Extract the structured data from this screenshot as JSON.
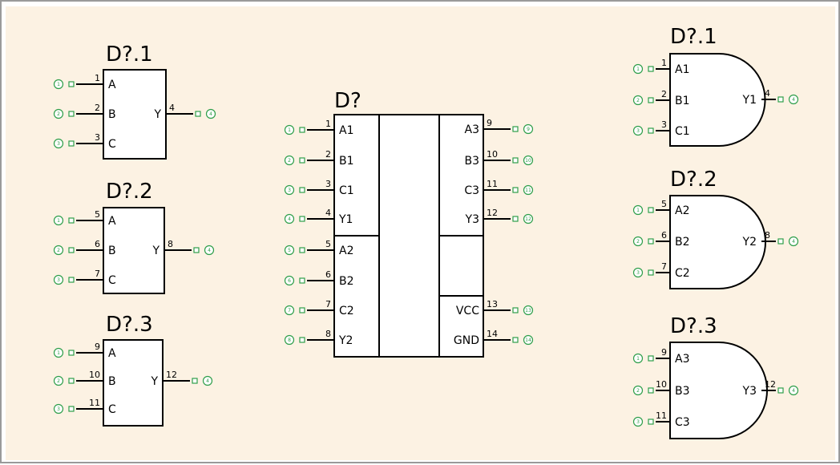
{
  "diagram": {
    "background": "#fcf2e3",
    "border_color": "#9a9a9a",
    "connector_color": "#2e9e4a",
    "left_blocks": [
      {
        "ref": "D?.1",
        "pins": [
          {
            "num": "1",
            "name": "A",
            "conn": "1"
          },
          {
            "num": "2",
            "name": "B",
            "conn": "2"
          },
          {
            "num": "3",
            "name": "C",
            "conn": "3"
          }
        ],
        "out": {
          "num": "4",
          "name": "Y",
          "conn": "4"
        }
      },
      {
        "ref": "D?.2",
        "pins": [
          {
            "num": "5",
            "name": "A",
            "conn": "1"
          },
          {
            "num": "6",
            "name": "B",
            "conn": "2"
          },
          {
            "num": "7",
            "name": "C",
            "conn": "3"
          }
        ],
        "out": {
          "num": "8",
          "name": "Y",
          "conn": "4"
        }
      },
      {
        "ref": "D?.3",
        "pins": [
          {
            "num": "9",
            "name": "A",
            "conn": "1"
          },
          {
            "num": "10",
            "name": "B",
            "conn": "2"
          },
          {
            "num": "11",
            "name": "C",
            "conn": "3"
          }
        ],
        "out": {
          "num": "12",
          "name": "Y",
          "conn": "4"
        }
      }
    ],
    "ic": {
      "ref": "D?",
      "left_pins": [
        {
          "num": "1",
          "name": "A1",
          "conn": "1"
        },
        {
          "num": "2",
          "name": "B1",
          "conn": "2"
        },
        {
          "num": "3",
          "name": "C1",
          "conn": "3"
        },
        {
          "num": "4",
          "name": "Y1",
          "conn": "4"
        },
        {
          "num": "5",
          "name": "A2",
          "conn": "5"
        },
        {
          "num": "6",
          "name": "B2",
          "conn": "6"
        },
        {
          "num": "7",
          "name": "C2",
          "conn": "7"
        },
        {
          "num": "8",
          "name": "Y2",
          "conn": "8"
        }
      ],
      "right_pins_top": [
        {
          "num": "9",
          "name": "A3",
          "conn": "9"
        },
        {
          "num": "10",
          "name": "B3",
          "conn": "10"
        },
        {
          "num": "11",
          "name": "C3",
          "conn": "11"
        },
        {
          "num": "12",
          "name": "Y3",
          "conn": "12"
        }
      ],
      "right_pins_power": [
        {
          "num": "13",
          "name": "VCC",
          "conn": "13"
        },
        {
          "num": "14",
          "name": "GND",
          "conn": "14"
        }
      ]
    },
    "right_gates": [
      {
        "ref": "D?.1",
        "pins": [
          {
            "num": "1",
            "name": "A1",
            "conn": "1"
          },
          {
            "num": "2",
            "name": "B1",
            "conn": "2"
          },
          {
            "num": "3",
            "name": "C1",
            "conn": "3"
          }
        ],
        "out": {
          "num": "4",
          "name": "Y1",
          "conn": "4"
        }
      },
      {
        "ref": "D?.2",
        "pins": [
          {
            "num": "5",
            "name": "A2",
            "conn": "1"
          },
          {
            "num": "6",
            "name": "B2",
            "conn": "2"
          },
          {
            "num": "7",
            "name": "C2",
            "conn": "3"
          }
        ],
        "out": {
          "num": "8",
          "name": "Y2",
          "conn": "4"
        }
      },
      {
        "ref": "D?.3",
        "pins": [
          {
            "num": "9",
            "name": "A3",
            "conn": "1"
          },
          {
            "num": "10",
            "name": "B3",
            "conn": "2"
          },
          {
            "num": "11",
            "name": "C3",
            "conn": "3"
          }
        ],
        "out": {
          "num": "12",
          "name": "Y3",
          "conn": "4"
        }
      }
    ]
  }
}
